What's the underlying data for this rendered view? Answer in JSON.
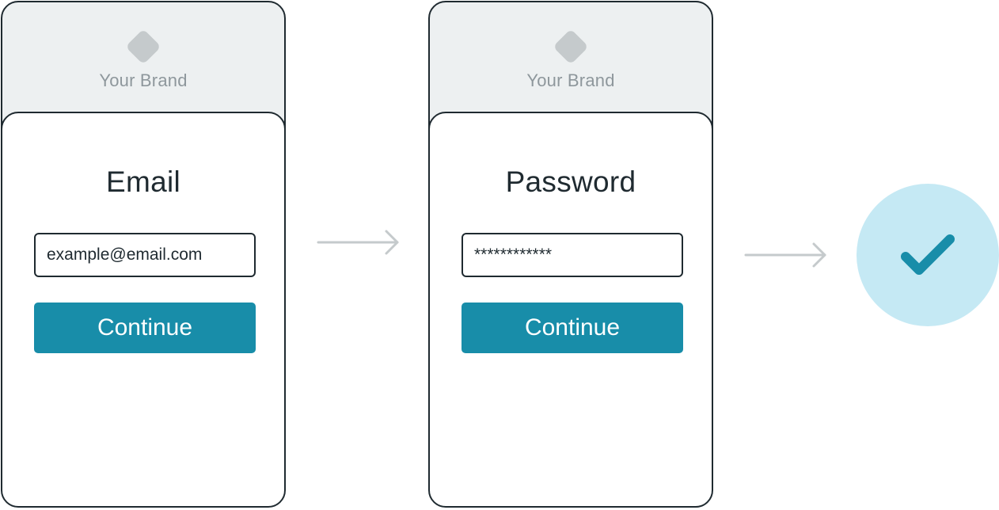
{
  "brand": {
    "name": "Your Brand",
    "logo_icon": "diamond-logo-icon"
  },
  "screens": [
    {
      "title": "Email",
      "field_value": "example@email.com",
      "button_label": "Continue"
    },
    {
      "title": "Password",
      "field_value": "************",
      "button_label": "Continue"
    }
  ],
  "result": {
    "icon": "checkmark-icon"
  },
  "colors": {
    "accent": "#188da9",
    "outline": "#1f2a30",
    "brand_area": "#edf0f1",
    "brand_text": "#8e979c",
    "logo": "#c5cacc",
    "arrow": "#c5cacc",
    "success_circle": "#c5e9f4"
  }
}
